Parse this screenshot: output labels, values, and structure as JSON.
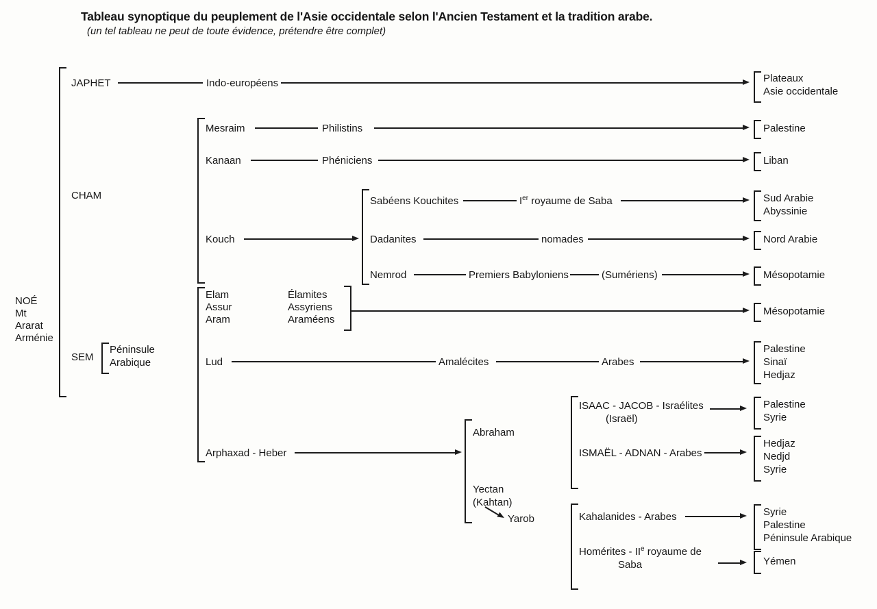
{
  "title": "Tableau synoptique du peuplement de l'Asie occidentale selon l'Ancien Testament et la tradition arabe.",
  "subtitle": "(un tel tableau ne peut de toute évidence, prétendre être complet)",
  "root": {
    "name": "NOÉ",
    "place1": "Mt",
    "place2": "Ararat",
    "place3": "Arménie"
  },
  "japhet": {
    "name": "JAPHET",
    "people": "Indo-européens",
    "dest1": "Plateaux",
    "dest2": "Asie occidentale"
  },
  "cham": {
    "name": "CHAM",
    "mesraim": {
      "name": "Mesraim",
      "people": "Philistins",
      "dest1": "Palestine"
    },
    "kanaan": {
      "name": "Kanaan",
      "people": "Phéniciens",
      "dest1": "Liban"
    },
    "kouch": {
      "name": "Kouch",
      "sabeens": {
        "name": "Sabéens Kouchites",
        "via_base": "I",
        "via_sup": "er",
        "via_rest": " royaume de Saba",
        "dest1": "Sud Arabie",
        "dest2": "Abyssinie"
      },
      "dadanites": {
        "name": "Dadanites",
        "via": "nomades",
        "dest1": "Nord Arabie"
      },
      "nemrod": {
        "name": "Nemrod",
        "via1": "Premiers Babyloniens",
        "via2": "(Sumériens)",
        "dest1": "Mésopotamie"
      }
    }
  },
  "sem": {
    "name": "SEM",
    "region1": "Péninsule",
    "region2": "Arabique",
    "elam_group": {
      "son1": "Elam",
      "son2": "Assur",
      "son3": "Aram",
      "people1": "Élamites",
      "people2": "Assyriens",
      "people3": "Araméens",
      "dest1": "Mésopotamie"
    },
    "lud": {
      "name": "Lud",
      "via1": "Amalécites",
      "via2": "Arabes",
      "dest1": "Palestine",
      "dest2": "Sinaï",
      "dest3": "Hedjaz"
    },
    "arphaxad": {
      "name": "Arphaxad - Heber",
      "abraham": {
        "name": "Abraham",
        "isaac": {
          "name": "ISAAC - JACOB - Israélites",
          "sub": "(Israël)",
          "dest1": "Palestine",
          "dest2": "Syrie"
        },
        "ismael": {
          "name": "ISMAËL - ADNAN - Arabes",
          "dest1": "Hedjaz",
          "dest2": "Nedjd",
          "dest3": "Syrie"
        }
      },
      "yectan": {
        "name": "Yectan",
        "alt": "(Kahtan)",
        "son": "Yarob",
        "kahalanides": {
          "name": "Kahalanides - Arabes",
          "dest1": "Syrie",
          "dest2": "Palestine",
          "dest3": "Péninsule Arabique"
        },
        "homerites": {
          "name_base": "Homérites - II",
          "name_sup": "e",
          "name_rest": " royaume de",
          "name_line2": "Saba",
          "dest1": "Yémen"
        }
      }
    }
  }
}
